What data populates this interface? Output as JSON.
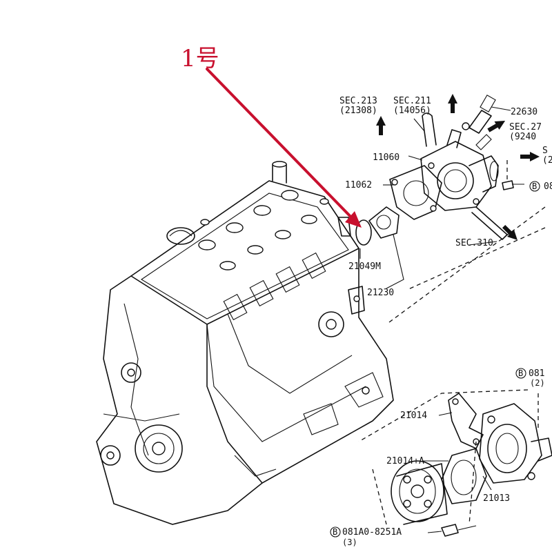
{
  "callout": {
    "text": "1号",
    "color": "#c8102e"
  },
  "labels": {
    "sec_213": "SEC.213",
    "sec_213_ref": "(21308)",
    "sec_211": "SEC.211",
    "sec_211_ref": "(14056)",
    "p22630": "22630",
    "sec_27": "SEC.27",
    "sec_27_ref": "(9240",
    "sec_s": "S",
    "sec_s_ref": "(2",
    "p11060": "11060",
    "p11062": "11062",
    "bolt_top": "08",
    "sec_310": "SEC.310",
    "p21049m": "21049M",
    "p21230": "21230",
    "bolt_right": "081",
    "bolt_right_qty": "(2)",
    "p21014": "21014",
    "p21014a": "21014+A",
    "p21013": "21013",
    "bolt_bottom": "081A0-8251A",
    "bolt_bottom_qty": "(3)",
    "bolt_marker": "B"
  },
  "icons": [
    "arrow-icon",
    "bolt-marker-icon"
  ]
}
